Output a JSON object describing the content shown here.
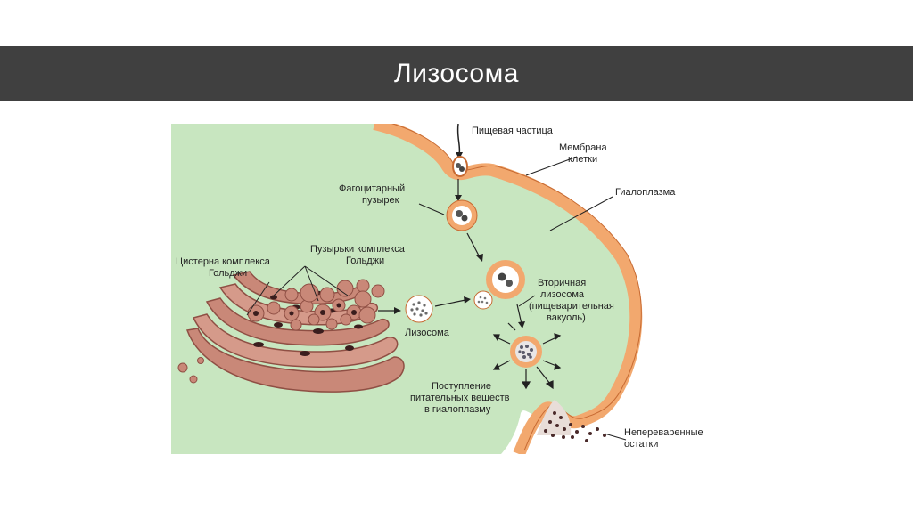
{
  "slide": {
    "title": "Лизосома"
  },
  "diagram": {
    "labels": {
      "food_particle": "Пищевая частица",
      "membrane": [
        "Мембрана",
        "клетки"
      ],
      "hyaloplasm": "Гиалоплазма",
      "phagocytic": [
        "Фагоцитарный",
        "пузырек"
      ],
      "golgi_vesicles": [
        "Пузырьки комплекса",
        "Гольджи"
      ],
      "golgi_cistern": [
        "Цистерна комплекса",
        "Гольджи"
      ],
      "secondary": [
        "Вторичная",
        "лизосома",
        "(пищеварительная",
        "вакуоль)"
      ],
      "lysosome": "Лизосома",
      "nutrients": [
        "Поступление",
        "питательных веществ",
        "в гиалоплазму"
      ],
      "undigested": [
        "Непереваренные",
        "остатки"
      ]
    },
    "colors": {
      "cytoplasm": "#c8e6c0",
      "membrane": "#f2a86e",
      "golgi": "#c98878",
      "golgi_dark": "#8f4f44",
      "background": "#ffffff"
    }
  }
}
